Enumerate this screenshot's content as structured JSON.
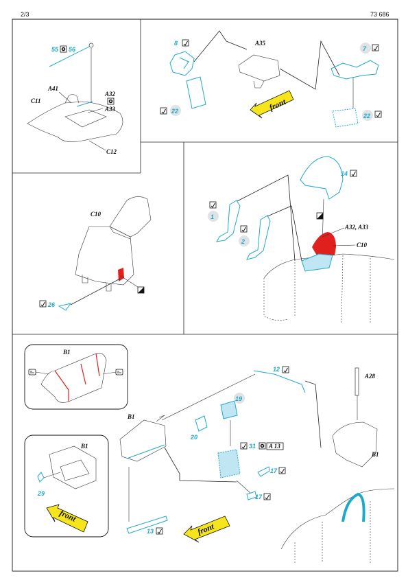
{
  "header": {
    "page": "2/3",
    "code": "73 686"
  },
  "colors": {
    "part": "#1fa9c9",
    "red": "#e0201c",
    "arrow": "#f5e51a",
    "circle": "#dfe3e6"
  },
  "icons": [
    "fold-icon",
    "paint-icon",
    "half-fill-icon",
    "replace-icon"
  ],
  "panel1": {
    "n55": "55",
    "n56": "56",
    "A41": "A41",
    "C11": "C11",
    "A32": "A32",
    "A33": "A33",
    "C12": "C12"
  },
  "panel2": {
    "n8": "8",
    "A35": "A35",
    "n7": "7",
    "n22a": "22",
    "n22b": "22",
    "front": "front"
  },
  "panel3": {
    "C10": "C10",
    "n26": "26"
  },
  "panel4": {
    "n14": "14",
    "n1": "1",
    "n2": "2",
    "A32A33": "A32, A33",
    "C10": "C10"
  },
  "panel5": {
    "B1_inset": "B1",
    "B1_inset2": "B1",
    "n29": "29",
    "front_a": "front",
    "front_b": "front",
    "n12": "12",
    "A28": "A28",
    "B1_main": "B1",
    "n19": "19",
    "n20": "20",
    "n31": "31",
    "A13": "A 13",
    "n17a": "17",
    "n17b": "17",
    "n13": "13",
    "B1_right": "B1"
  }
}
